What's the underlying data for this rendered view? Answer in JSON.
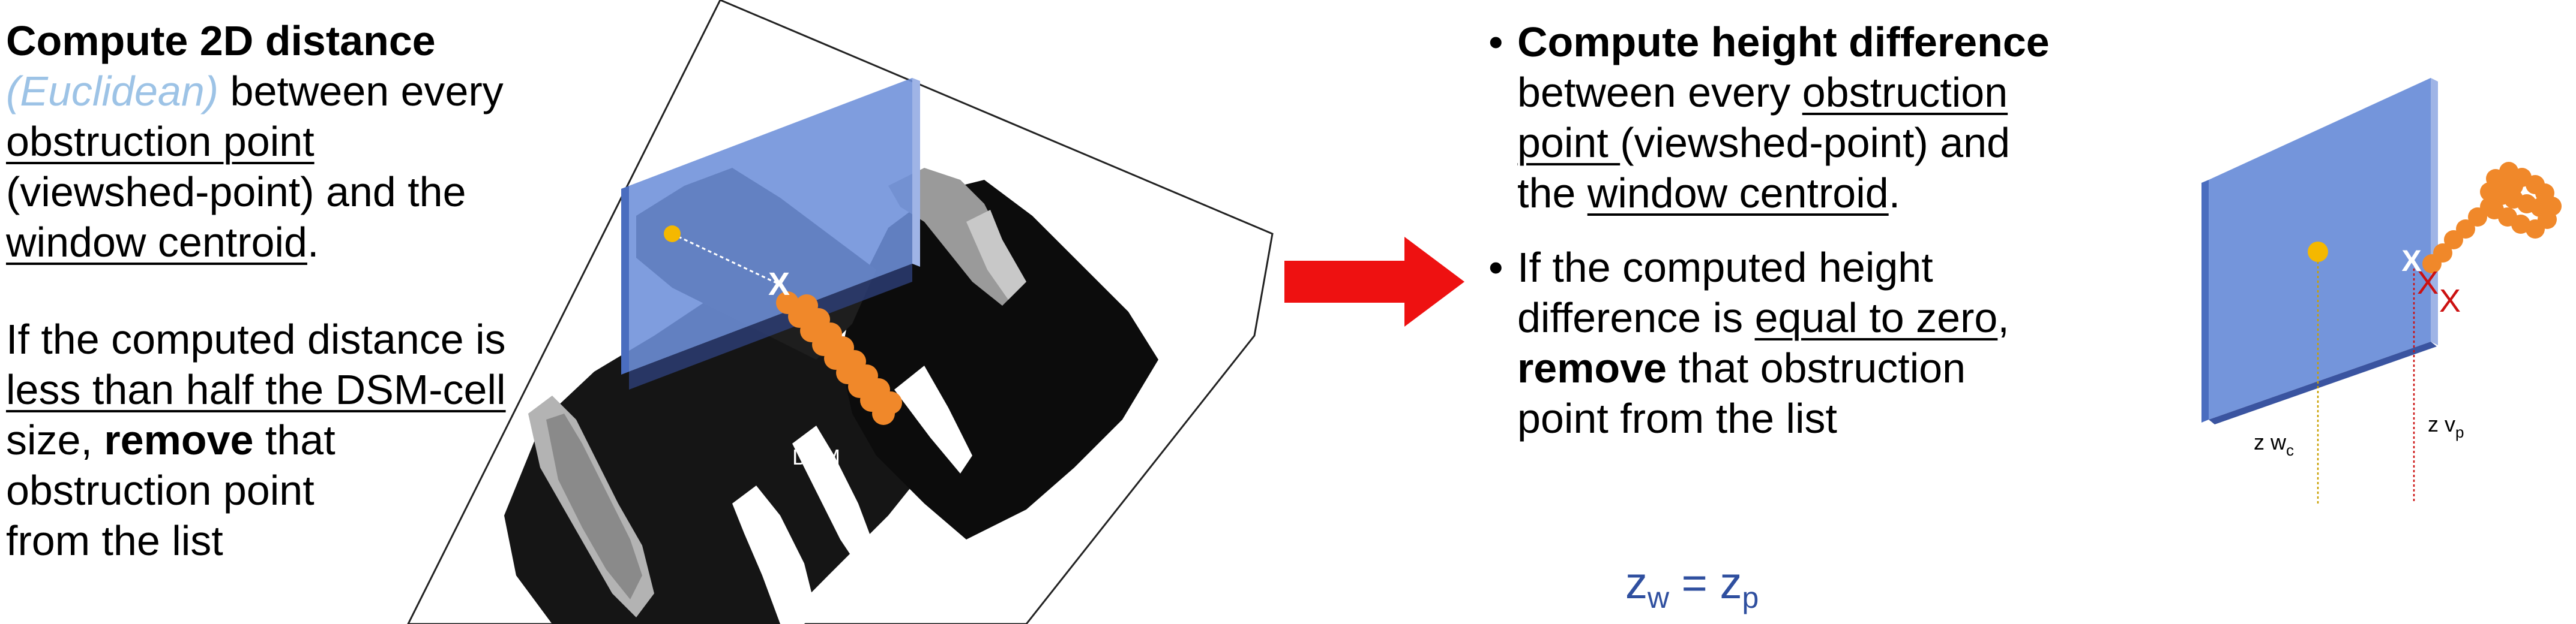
{
  "left": {
    "heading": "Compute 2D distance",
    "euclidean": "(Euclidean)",
    "l1_rest": " between every",
    "l2_u": "obstruction point",
    "l3": "(viewshed-point) and the",
    "l4_u": "window centroid",
    "l4_end": ".",
    "p2_l1": "If the computed distance is",
    "p2_l2_u": "less than half the DSM-cell",
    "p2_l3_a": "size, ",
    "p2_l3_b": "remove",
    "p2_l3_c": " that",
    "p2_l4": "obstruction point",
    "p2_l5": "from the list"
  },
  "dsm_label": "DSM",
  "marker": "X",
  "right": {
    "bullet": "•",
    "b1_heading": "Compute height difference",
    "b1_l2_a": "between every ",
    "b1_l2_u": "obstruction",
    "b1_l3_u": "point ",
    "b1_l3_b": "(viewshed-point) and",
    "b1_l4_a": "the ",
    "b1_l4_u": "window centroid",
    "b1_l4_end": ".",
    "b2_l1": "If the computed height",
    "b2_l2_a": "difference is ",
    "b2_l2_u": "equal to zero",
    "b2_l2_end": ",",
    "b2_l3_a": "remove",
    "b2_l3_b": " that obstruction",
    "b2_l4": "point from the list"
  },
  "equation": {
    "z1": "z",
    "sub1": "w",
    "eq": " = ",
    "z2": "z",
    "sub2": "p"
  },
  "window_labels": {
    "zw_main": "z w",
    "zw_sub": "c",
    "zv_main": "z v",
    "zv_sub": "p"
  },
  "colors": {
    "window": "#7f9fe0",
    "point": "#f0882a",
    "centroid": "#f5b800",
    "arrow": "#ee1111",
    "marker": "#cc1111"
  }
}
